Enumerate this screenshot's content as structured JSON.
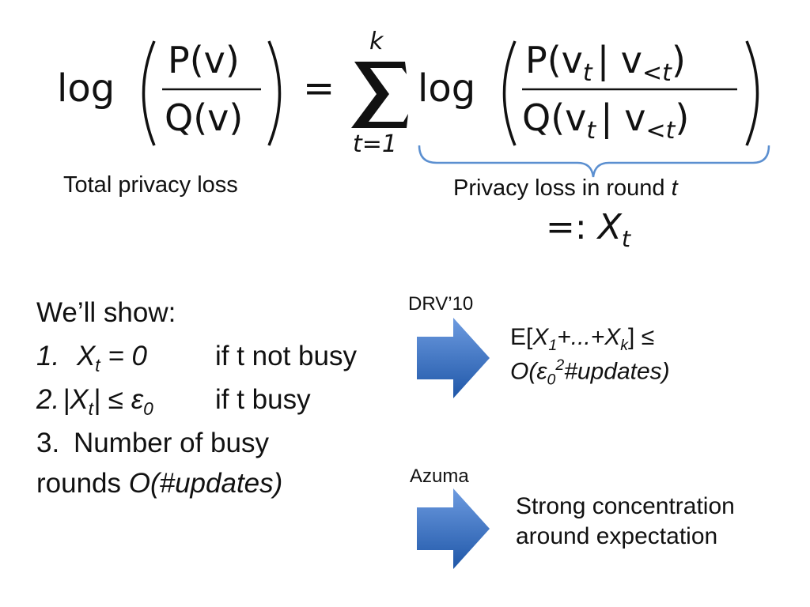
{
  "formula": {
    "log": "log",
    "left_num": "P(v)",
    "left_den": "Q(v)",
    "equals": "=",
    "sum_upper": "k",
    "sum_lower": "t=1",
    "right_num": "P(v",
    "right_den": "Q(v",
    "sub_t": "t",
    "given": "| v",
    "sub_lt": "<t",
    "close": ")"
  },
  "labels": {
    "total_loss": "Total privacy loss",
    "round_loss_prefix": "Privacy loss in round ",
    "round_loss_var": "t",
    "define_prefix": "=: ",
    "define_var": "X",
    "define_sub": "t"
  },
  "claims": {
    "intro": "We’ll show:",
    "item1_num": "1.",
    "item1_var": "X",
    "item1_sub": "t",
    "item1_eq": " = 0",
    "item1_cond": "if t not busy",
    "item2_num": "2.",
    "item2_open": "|X",
    "item2_sub": "t",
    "item2_close": "| ≤ ε",
    "item2_sub2": "0",
    "item2_cond": "if t busy",
    "item3_num": "3.",
    "item3_text": "Number of busy",
    "item3_line2_text": "rounds ",
    "item3_line2_italic": "O(#updates)"
  },
  "results": {
    "cite1": "DRV’10",
    "r1_prefix": "E[",
    "r1_x1": "X",
    "r1_sub1": "1",
    "r1_mid": "+...+",
    "r1_xk": "X",
    "r1_subk": "k",
    "r1_suffix": "] ≤",
    "r1_line2_a": "O(ε",
    "r1_line2_sub": "0",
    "r1_line2_sup": "2",
    "r1_line2_b": "#updates)",
    "cite2": "Azuma",
    "r2_line1": "Strong concentration",
    "r2_line2": "around expectation"
  },
  "colors": {
    "text": "#111111",
    "brace": "#5b8fd0",
    "arrow_light": "#6d9be0",
    "arrow_dark": "#1f57a8"
  },
  "icons": [
    "right-arrow-icon",
    "right-arrow-icon"
  ]
}
